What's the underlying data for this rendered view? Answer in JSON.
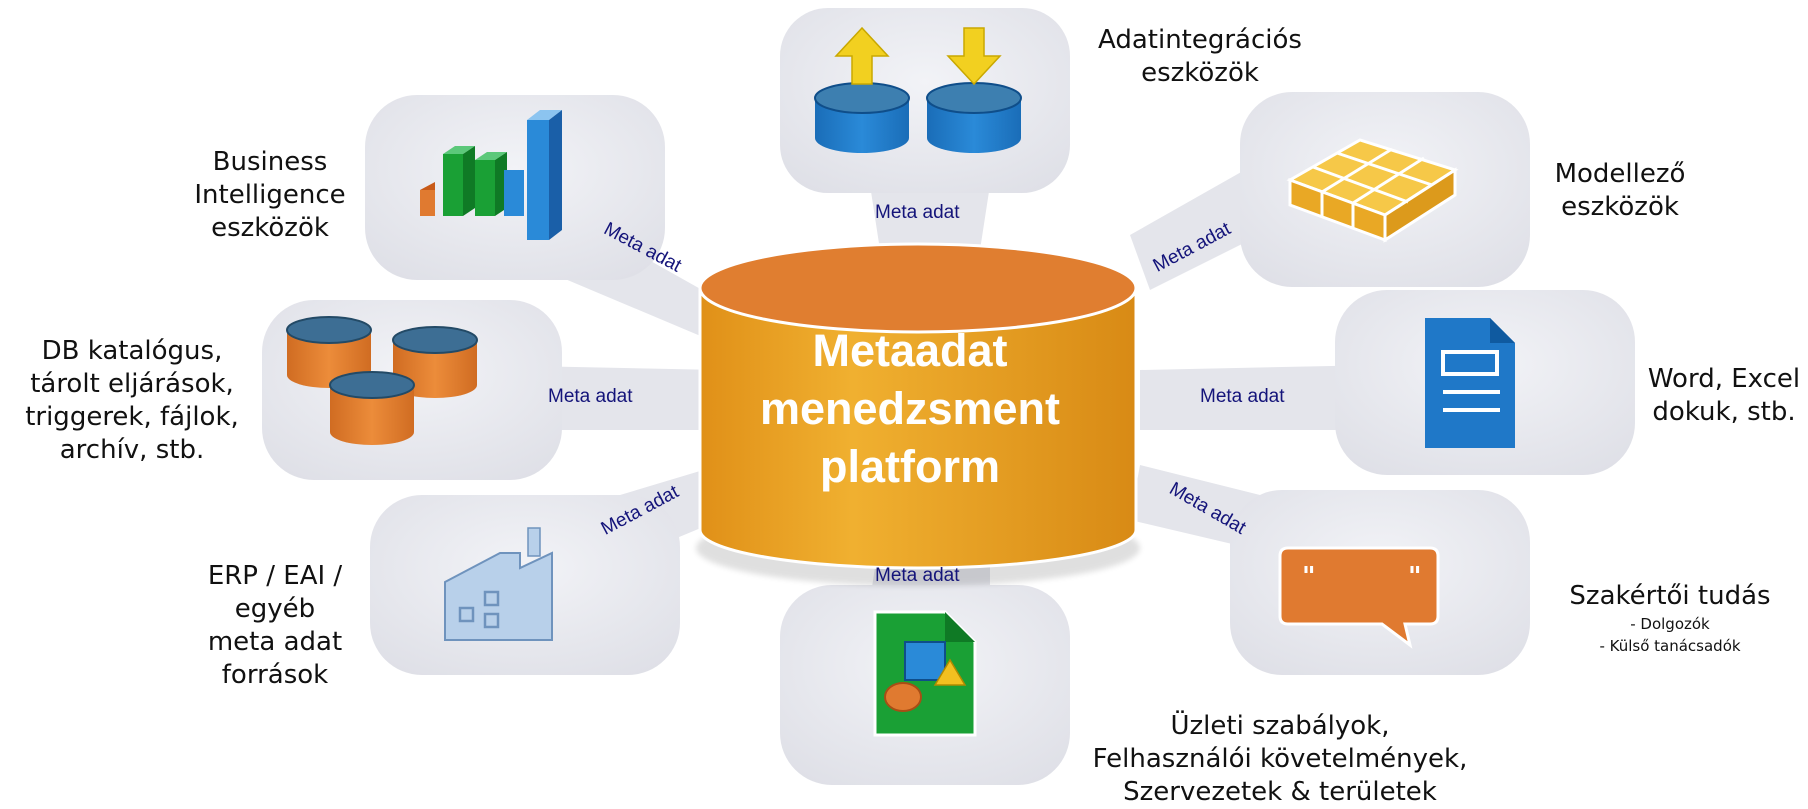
{
  "center": {
    "lines": [
      "Metaadat",
      "menedzsment",
      "platform"
    ]
  },
  "connector_label": "Meta adat",
  "nodes": {
    "adatintegracio": {
      "lines": [
        "Adatintegrációs",
        "eszközök"
      ],
      "icon": "database-transfer-icon"
    },
    "modellezo": {
      "lines": [
        "Modellező",
        "eszközök"
      ],
      "icon": "grid-model-icon"
    },
    "word_excel": {
      "lines": [
        "Word, Excel",
        "dokuk, stb."
      ],
      "icon": "document-icon"
    },
    "szakertoi": {
      "lines": [
        "Szakértői tudás"
      ],
      "sub": [
        "- Dolgozók",
        "- Külső tanácsadók"
      ],
      "icon": "speech-bubble-icon"
    },
    "uzleti": {
      "lines": [
        "Üzleti szabályok,",
        "Felhasználói követelmények,",
        "Szervezetek & területek"
      ],
      "icon": "shapes-document-icon"
    },
    "erp": {
      "lines": [
        "ERP / EAI /",
        "egyéb",
        "meta adat",
        "források"
      ],
      "icon": "factory-icon"
    },
    "db": {
      "lines": [
        "DB katalógus,",
        "tárolt eljárások,",
        "triggerek, fájlok,",
        "archív, stb."
      ],
      "icon": "databases-icon"
    },
    "bi": {
      "lines": [
        "Business",
        "Intelligence",
        "eszközök"
      ],
      "icon": "bar-chart-icon"
    }
  },
  "colors": {
    "cylinder_body": "#e8a020",
    "cylinder_top": "#e07e30",
    "panel": "#e5e6ec",
    "meta_text": "#14147a",
    "blue": "#1f78c8",
    "orange": "#e07a30",
    "green": "#1aa035",
    "yellow": "#f2d020"
  }
}
